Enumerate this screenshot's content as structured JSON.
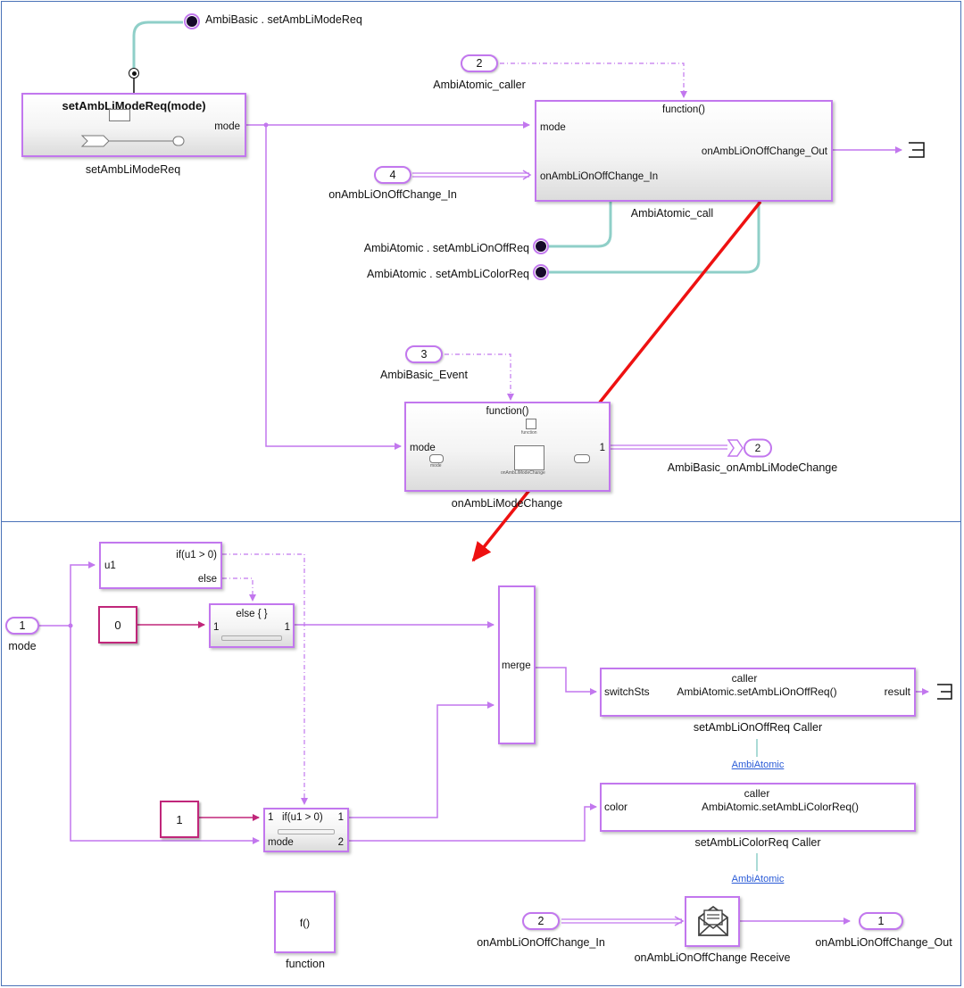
{
  "top": {
    "conn_setAmbLiModeReq": "AmbiBasic . setAmbLiModeReq",
    "fn_setAmbLiModeReq": {
      "title": "setAmbLiModeReq(mode)",
      "port_mode": "mode",
      "name": "setAmbLiModeReq"
    },
    "inport_caller": {
      "num": "2",
      "name": "AmbiAtomic_caller"
    },
    "atomic_call": {
      "title": "function()",
      "port_mode": "mode",
      "port_in": "onAmbLiOnOffChange_In",
      "port_out": "onAmbLiOnOffChange_Out",
      "name": "AmbiAtomic_call"
    },
    "inport_onoff": {
      "num": "4",
      "name": "onAmbLiOnOffChange_In"
    },
    "conn_onoff": "AmbiAtomic . setAmbLiOnOffReq",
    "conn_color": "AmbiAtomic . setAmbLiColorReq",
    "inport_event": {
      "num": "3",
      "name": "AmbiBasic_Event"
    },
    "mode_change": {
      "title": "function()",
      "port_mode": "mode",
      "port_out": "1",
      "inner_trigger": "function",
      "inner_in": "mode",
      "inner_block": "onAmbLiModeChange",
      "name": "onAmbLiModeChange"
    },
    "outport_mode_change": {
      "num": "2",
      "name": "AmbiBasic_onAmbLiModeChange"
    }
  },
  "bottom": {
    "inport_mode": {
      "num": "1",
      "name": "mode"
    },
    "if_block": {
      "in": "u1",
      "out1": "if(u1 > 0)",
      "out2": "else"
    },
    "const0": "0",
    "const1": "1",
    "else_sub": {
      "title": "else { }",
      "in": "1",
      "out": "1"
    },
    "if_sub": {
      "title": "if(u1 > 0)",
      "in1": "1",
      "in2": "mode",
      "out1": "1",
      "out2": "2"
    },
    "merge": "merge",
    "caller_onoff": {
      "title": "caller",
      "fn": "AmbiAtomic.setAmbLiOnOffReq()",
      "in": "switchSts",
      "out": "result",
      "name": "setAmbLiOnOffReq Caller",
      "link": "AmbiAtomic"
    },
    "caller_color": {
      "title": "caller",
      "fn": "AmbiAtomic.setAmbLiColorReq()",
      "in": "color",
      "name": "setAmbLiColorReq Caller",
      "link": "AmbiAtomic"
    },
    "function_block": {
      "text": "f()",
      "name": "function"
    },
    "inport_onoff": {
      "num": "2",
      "name": "onAmbLiOnOffChange_In"
    },
    "receive": {
      "name": "onAmbLiOnOffChange Receive"
    },
    "outport_onoff": {
      "num": "1",
      "name": "onAmbLiOnOffChange_Out"
    }
  },
  "colors": {
    "signal": "#c277ee",
    "trigger": "#c277ee",
    "connection": "#8fcfc8",
    "arrow": "#ee1111",
    "const_wire": "#c0267a",
    "frame": "#4a72b8"
  }
}
